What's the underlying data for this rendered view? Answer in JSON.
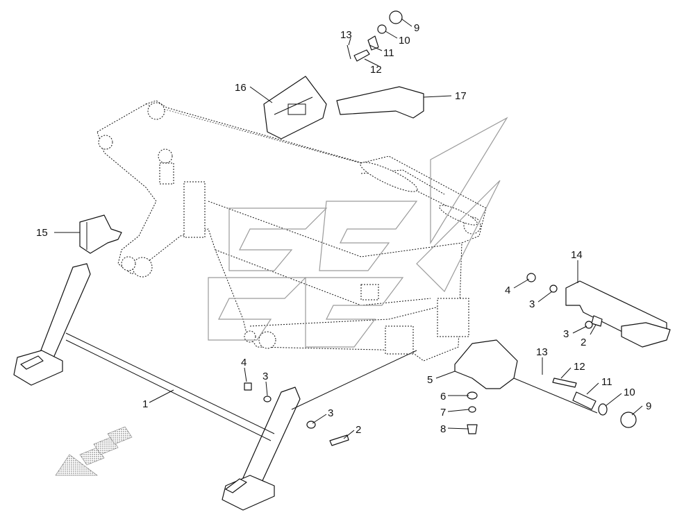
{
  "callouts": {
    "c1": "1",
    "c2a": "2",
    "c2b": "2",
    "c3a": "3",
    "c3b": "3",
    "c3c": "3",
    "c3d": "3",
    "c4a": "4",
    "c4b": "4",
    "c5": "5",
    "c6": "6",
    "c7": "7",
    "c8": "8",
    "c9a": "9",
    "c9b": "9",
    "c10a": "10",
    "c10b": "10",
    "c11a": "11",
    "c11b": "11",
    "c12a": "12",
    "c12b": "12",
    "c13a": "13",
    "c13b": "13",
    "c14": "14",
    "c15": "15",
    "c16": "16",
    "c17": "17"
  },
  "colors": {
    "line": "#111111",
    "watermark": "#9a9a9a",
    "background": "#ffffff"
  },
  "icons": {
    "direction": "front-direction-arrow-icon"
  }
}
